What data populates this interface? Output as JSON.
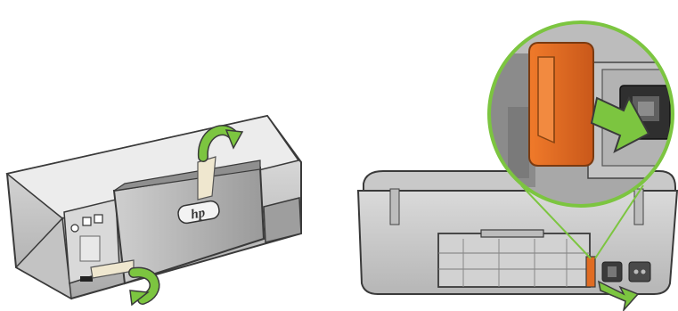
{
  "illustrations": {
    "left": {
      "subject": "printer-front-view",
      "logo_text": "hp",
      "arrows": [
        "curved-arrow-icon",
        "curved-arrow-icon"
      ]
    },
    "right": {
      "subject": "printer-rear-view",
      "zoom_inset": "magnifier-circle",
      "arrows": [
        "arrow-right-icon",
        "arrow-right-icon"
      ]
    }
  },
  "colors": {
    "printer_body": "#cfcfcf",
    "printer_dark": "#5a5a5a",
    "accent_green": "#7cc540",
    "orange_tab": "#e06c23",
    "tape": "#efe7cf",
    "outline": "#3a3a3a"
  }
}
